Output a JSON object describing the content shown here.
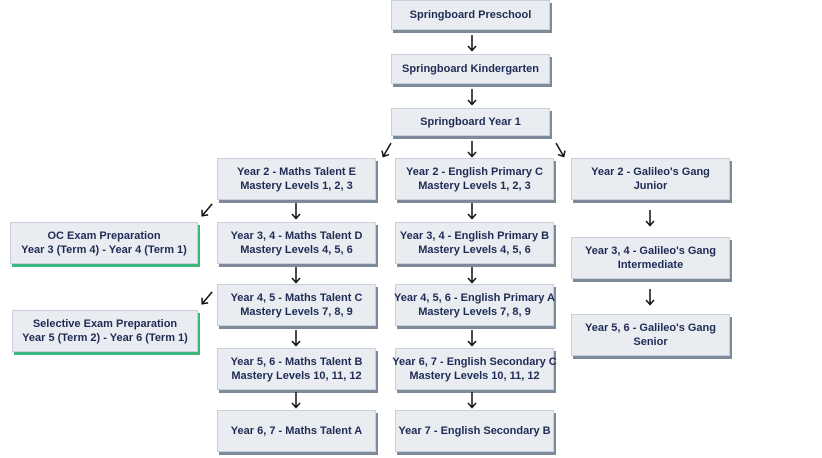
{
  "nodes": {
    "preschool": {
      "line1": "Springboard Preschool"
    },
    "kindergarten": {
      "line1": "Springboard Kindergarten"
    },
    "year1": {
      "line1": "Springboard Year 1"
    },
    "maths_e": {
      "line1": "Year 2 - Maths Talent E",
      "line2": "Mastery Levels 1, 2, 3"
    },
    "maths_d": {
      "line1": "Year 3, 4 - Maths Talent D",
      "line2": "Mastery Levels 4, 5, 6"
    },
    "maths_c": {
      "line1": "Year 4, 5 - Maths Talent C",
      "line2": "Mastery Levels 7, 8, 9"
    },
    "maths_b": {
      "line1": "Year 5, 6 - Maths Talent B",
      "line2": "Mastery Levels 10, 11, 12"
    },
    "maths_a": {
      "line1": "Year 6, 7 - Maths Talent A"
    },
    "eng_c": {
      "line1": "Year 2 - English Primary C",
      "line2": "Mastery Levels 1, 2, 3"
    },
    "eng_b": {
      "line1": "Year 3, 4 - English Primary B",
      "line2": "Mastery Levels 4, 5, 6"
    },
    "eng_a": {
      "line1": "Year 4, 5, 6 - English Primary A",
      "line2": "Mastery Levels 7, 8, 9"
    },
    "eng_sec_c": {
      "line1": "Year 6, 7 - English Secondary C",
      "line2": "Mastery Levels 10, 11, 12"
    },
    "eng_sec_b": {
      "line1": "Year 7 - English Secondary B"
    },
    "galileo_jr": {
      "line1": "Year 2 - Galileo's Gang",
      "line2": "Junior"
    },
    "galileo_int": {
      "line1": "Year 3, 4 - Galileo's Gang",
      "line2": "Intermediate"
    },
    "galileo_sr": {
      "line1": "Year 5, 6 - Galileo's Gang",
      "line2": "Senior"
    },
    "oc_exam": {
      "line1": "OC Exam Preparation",
      "line2": "Year 3 (Term 4) - Year 4 (Term 1)"
    },
    "selective_exam": {
      "line1": "Selective Exam Preparation",
      "line2": "Year 5 (Term 2) - Year 6 (Term 1)"
    }
  },
  "colors": {
    "box_fill": "#e9edf2",
    "box_shadow": "#7d8a99",
    "exam_shadow": "#3bb77e",
    "text": "#1f2b54",
    "arrow": "#111111"
  },
  "arrow_icon": "arrow-icon"
}
